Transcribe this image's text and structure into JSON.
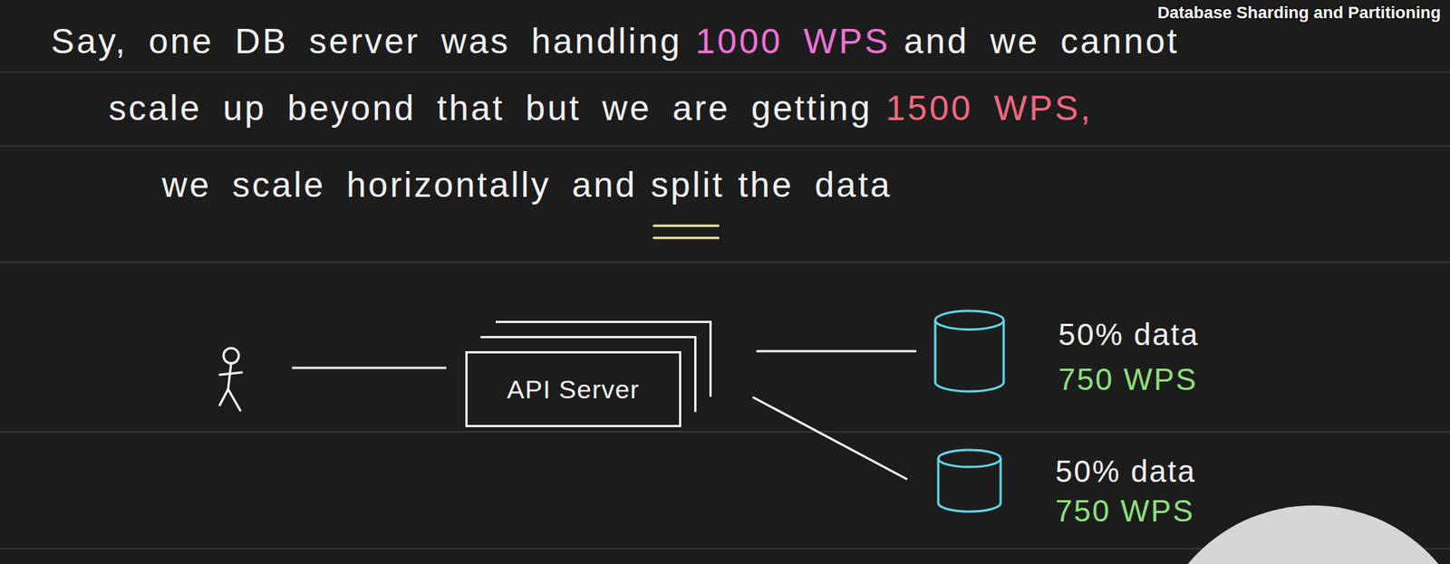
{
  "diagram": {
    "title": "Database Sharding and Partitioning",
    "nodes": [
      {
        "text": [
          "API Server"
        ]
      },
      {
        "text": [
          "50% data",
          "750 WPS"
        ]
      },
      {
        "text": [
          "50% data",
          "750 WPS"
        ]
      }
    ],
    "edges": [
      {
        "from": 0,
        "to": 1,
        "arrow": "none"
      },
      {
        "from": 0,
        "to": 2,
        "arrow": "none"
      }
    ],
    "labels": [
      "Say, one DB server was handling",
      "1000 WPS",
      "and we cannot",
      "scale up beyond that but we are getting",
      "1500 WPS,",
      "we scale horizontally and",
      "split",
      "the data"
    ]
  }
}
